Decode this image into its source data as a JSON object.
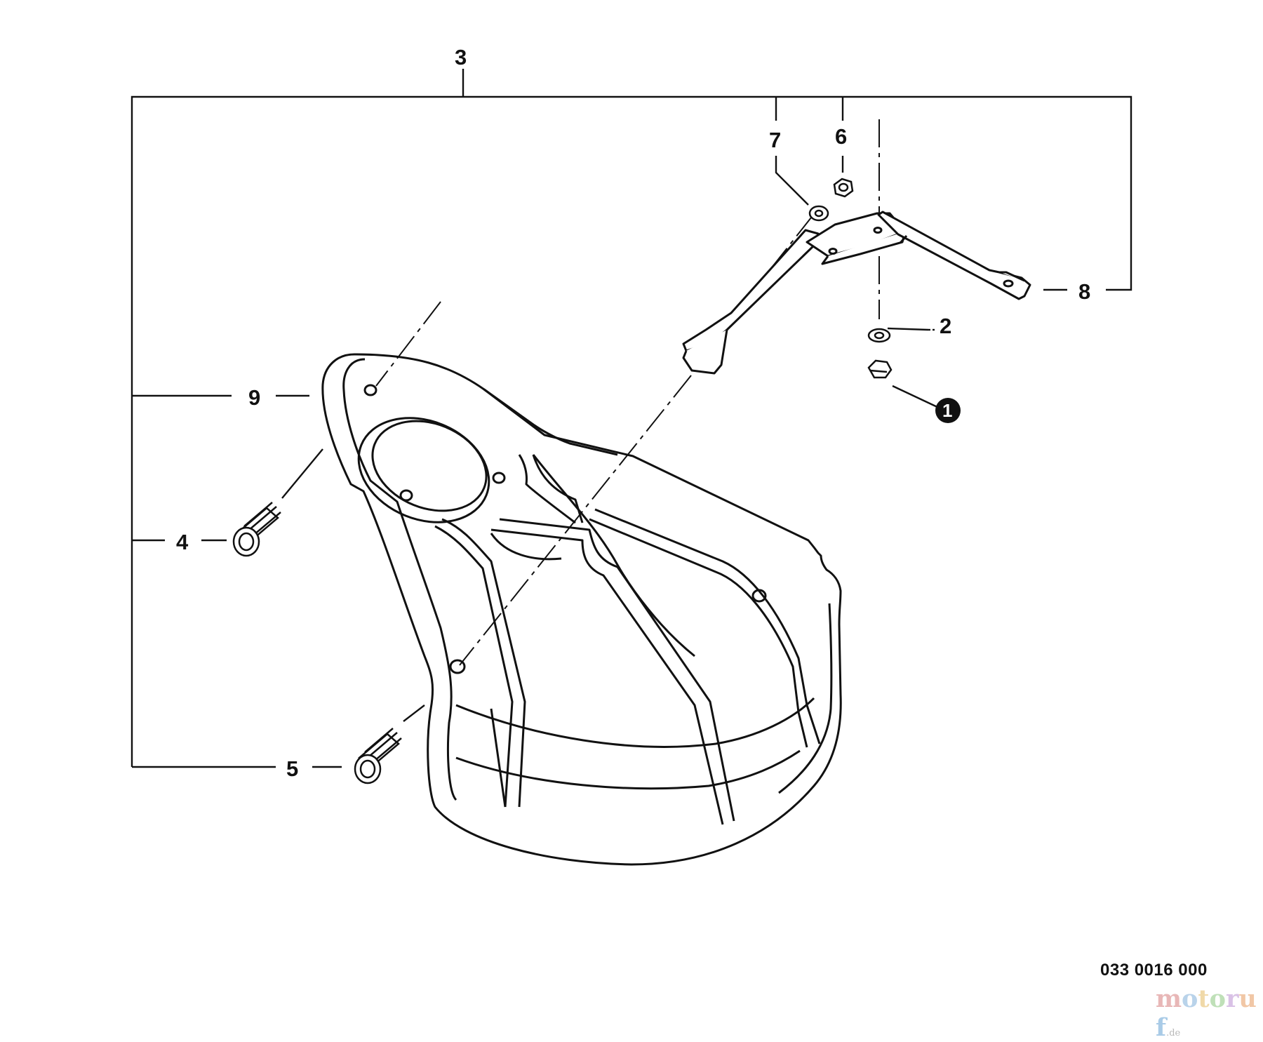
{
  "diagram": {
    "callouts": {
      "c1": "1",
      "c2": "2",
      "c3": "3",
      "c4": "4",
      "c5": "5",
      "c6": "6",
      "c7": "7",
      "c8": "8",
      "c9": "9"
    },
    "part_number": "033 0016 000",
    "watermark": {
      "letters": [
        "m",
        "o",
        "t",
        "o",
        "r",
        "u",
        "f"
      ],
      "tld": ".de",
      "colors": [
        "#e8b7b7",
        "#b9d3ea",
        "#f0d9a8",
        "#bfe0b8",
        "#d9c1e6",
        "#f1c7a6",
        "#a9cbe7"
      ]
    },
    "line_color": "#111111"
  }
}
